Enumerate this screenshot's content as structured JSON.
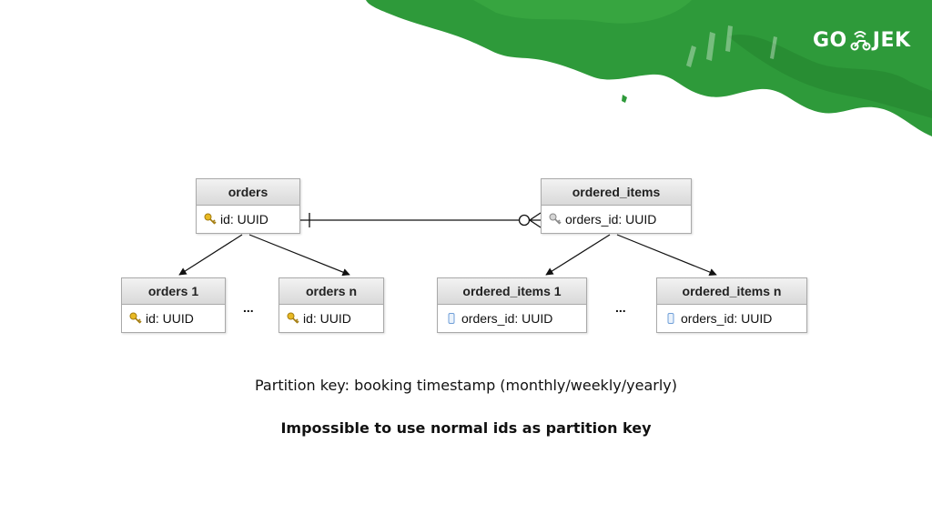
{
  "brand": {
    "logo_left": "GO",
    "logo_right": "JEK",
    "splash_color": "#2e9a3a"
  },
  "tables": {
    "orders": {
      "title": "orders",
      "field": "id: UUID",
      "icon": "key-icon"
    },
    "ordered_items": {
      "title": "ordered_items",
      "field": "orders_id: UUID",
      "icon": "foreign-key-icon"
    },
    "orders_1": {
      "title": "orders 1",
      "field": "id: UUID",
      "icon": "key-icon"
    },
    "orders_n": {
      "title": "orders n",
      "field": "id: UUID",
      "icon": "key-icon"
    },
    "ordered_items_1": {
      "title": "ordered_items 1",
      "field": "orders_id: UUID",
      "icon": "column-icon"
    },
    "ordered_items_n": {
      "title": "ordered_items n",
      "field": "orders_id: UUID",
      "icon": "column-icon"
    }
  },
  "ellipsis": "...",
  "captions": {
    "partition_key": "Partition key: booking timestamp (monthly/weekly/yearly)",
    "note": "Impossible to use normal ids as partition key"
  }
}
